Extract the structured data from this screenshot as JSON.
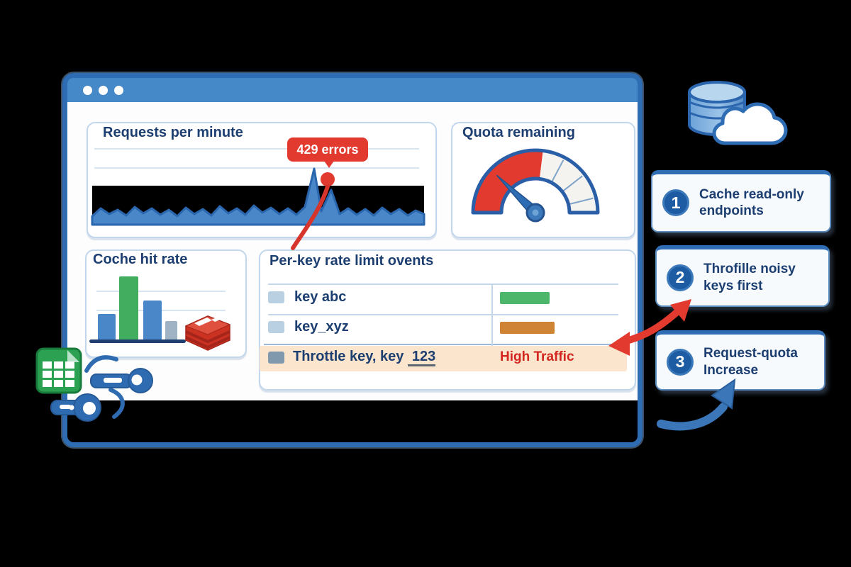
{
  "window": {
    "kind": "browser-mockup",
    "controls": [
      "dot",
      "dot",
      "dot"
    ]
  },
  "panels": {
    "requests": {
      "title": "Requests per minute",
      "badge": "429 errors"
    },
    "quota": {
      "title": "Quota remaining",
      "gauge": {
        "filled_color": "#e23a2e",
        "needle_color": "#2e6cb4",
        "fill_fraction_red": 0.47
      }
    },
    "cache": {
      "title": "Coche hit rate",
      "bars": [
        {
          "color": "#4a87c8",
          "height": 39
        },
        {
          "color": "#42ad5e",
          "height": 92
        },
        {
          "color": "#4a87c8",
          "height": 58
        },
        {
          "color": "#9fb3c4",
          "height": 29
        }
      ]
    },
    "events": {
      "title": "Per-key rate limit ovents",
      "rows": [
        {
          "label": "key abc",
          "value_type": "bar",
          "bar_color": "#4cb66b"
        },
        {
          "label": "key_xyz",
          "value_type": "bar",
          "bar_color": "#ce8434"
        },
        {
          "label_prefix": "Throttle key, key ",
          "label_underlined": "123",
          "value_type": "text",
          "value_text": "High Traffic",
          "highlighted": true
        }
      ]
    }
  },
  "steps": [
    {
      "number": "1",
      "line1": "Cache read-only",
      "line2": "endpoints"
    },
    {
      "number": "2",
      "line1": "Throfille noisy",
      "line2": "keys first"
    },
    {
      "number": "3",
      "line1": "Request-quota",
      "line2": "Increase"
    }
  ],
  "icons": {
    "top_right": [
      "database-icon",
      "cloud-icon"
    ],
    "bottom_left": [
      "spreadsheet-icon",
      "api-key-icon",
      "api-key-icon"
    ],
    "in_panels": [
      "redis-icon",
      "gauge-icon"
    ],
    "arrows": [
      "red-double-arrow",
      "blue-curved-arrow",
      "red-pointer-curve"
    ]
  },
  "colors": {
    "brand_blue": "#2e6cb4",
    "titlebar_blue": "#4689c8",
    "navy_text": "#1c3e70",
    "alert_red": "#e23a2e",
    "success_green": "#4cb66b",
    "warning_orange": "#ce8434",
    "highlight_peach": "#fbe5cc"
  }
}
